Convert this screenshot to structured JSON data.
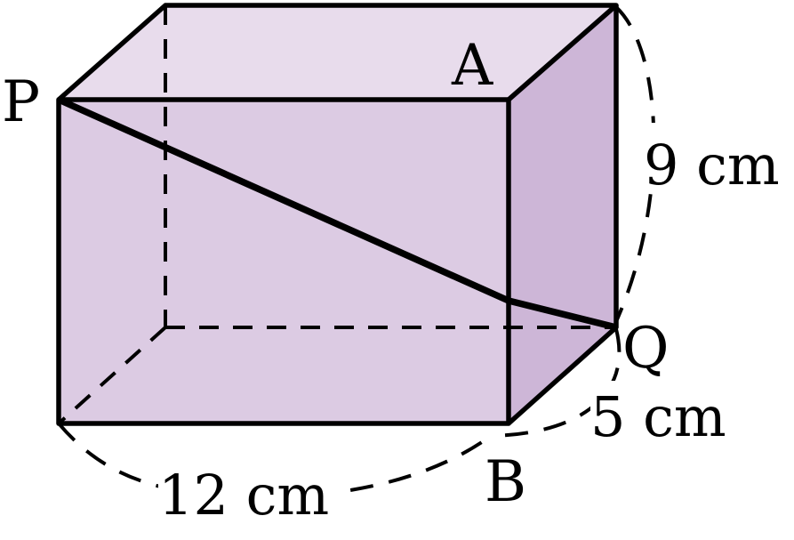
{
  "labels": {
    "p": "P",
    "a": "A",
    "q": "Q",
    "b": "B",
    "height": "9 cm",
    "depth": "5 cm",
    "length": "12 cm"
  },
  "colors": {
    "front_face": "#dccbe3",
    "top_face": "#e8dcec",
    "side_face": "#cdb6d7",
    "stroke": "#000000",
    "background": "#ffffff"
  }
}
